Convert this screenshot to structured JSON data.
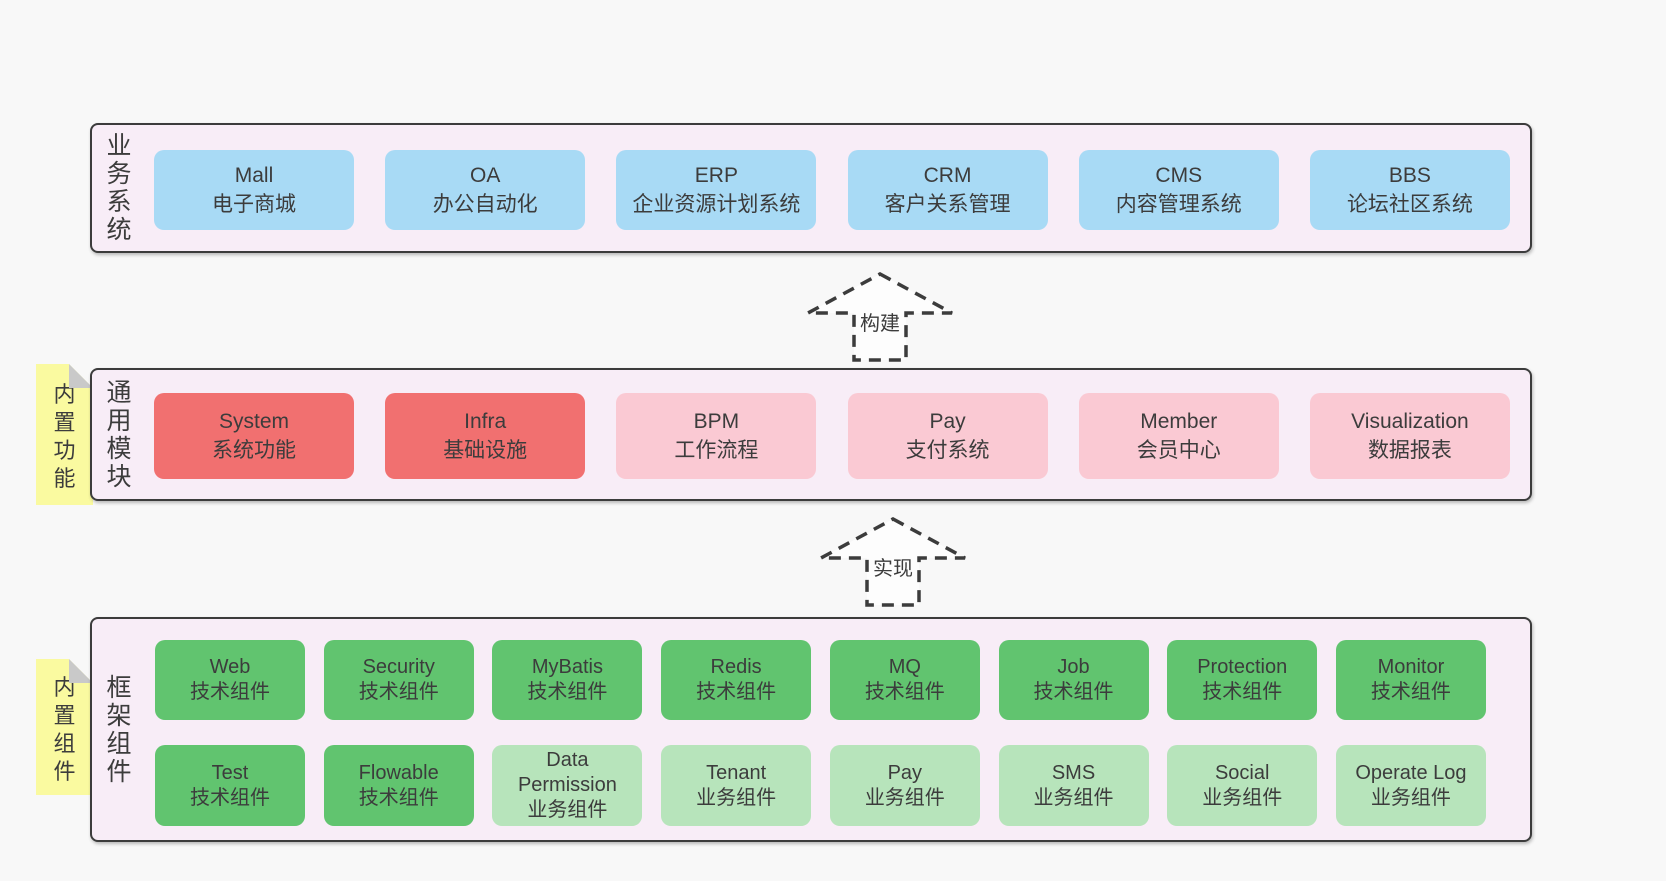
{
  "colors": {
    "page_bg": "#f8f8f8",
    "band_fill": "#f8edf7",
    "band_border": "#3c3c3c",
    "text": "#3c3c3c",
    "blue": "#a8daf5",
    "red": "#f17070",
    "pink": "#fac9d3",
    "green": "#61c46f",
    "lightgreen": "#b7e4bb",
    "sticky_yellow": "#fafaa0",
    "fold_gray": "#c9c9c9",
    "arrow_fill": "#fdfdfd"
  },
  "arrows": [
    {
      "label": "构建"
    },
    {
      "label": "实现"
    }
  ],
  "bands": [
    {
      "label": "业务系统",
      "boxes": [
        {
          "title": "Mall",
          "subtitle": "电子商城",
          "color": "blue"
        },
        {
          "title": "OA",
          "subtitle": "办公自动化",
          "color": "blue"
        },
        {
          "title": "ERP",
          "subtitle": "企业资源计划系统",
          "color": "blue"
        },
        {
          "title": "CRM",
          "subtitle": "客户关系管理",
          "color": "blue"
        },
        {
          "title": "CMS",
          "subtitle": "内容管理系统",
          "color": "blue"
        },
        {
          "title": "BBS",
          "subtitle": "论坛社区系统",
          "color": "blue"
        }
      ]
    },
    {
      "label": "通用模块",
      "sticky": "内置功能",
      "boxes": [
        {
          "title": "System",
          "subtitle": "系统功能",
          "color": "red"
        },
        {
          "title": "Infra",
          "subtitle": "基础设施",
          "color": "red"
        },
        {
          "title": "BPM",
          "subtitle": "工作流程",
          "color": "pink"
        },
        {
          "title": "Pay",
          "subtitle": "支付系统",
          "color": "pink"
        },
        {
          "title": "Member",
          "subtitle": "会员中心",
          "color": "pink"
        },
        {
          "title": "Visualization",
          "subtitle": "数据报表",
          "color": "pink"
        }
      ]
    },
    {
      "label": "框架组件",
      "sticky": "内置组件",
      "rows": [
        [
          {
            "title": "Web",
            "subtitle": "技术组件",
            "color": "green"
          },
          {
            "title": "Security",
            "subtitle": "技术组件",
            "color": "green"
          },
          {
            "title": "MyBatis",
            "subtitle": "技术组件",
            "color": "green"
          },
          {
            "title": "Redis",
            "subtitle": "技术组件",
            "color": "green"
          },
          {
            "title": "MQ",
            "subtitle": "技术组件",
            "color": "green"
          },
          {
            "title": "Job",
            "subtitle": "技术组件",
            "color": "green"
          },
          {
            "title": "Protection",
            "subtitle": "技术组件",
            "color": "green"
          },
          {
            "title": "Monitor",
            "subtitle": "技术组件",
            "color": "green"
          }
        ],
        [
          {
            "title": "Test",
            "subtitle": "技术组件",
            "color": "green"
          },
          {
            "title": "Flowable",
            "subtitle": "技术组件",
            "color": "green"
          },
          {
            "title": "Data Permission",
            "subtitle": "业务组件",
            "color": "lightgreen"
          },
          {
            "title": "Tenant",
            "subtitle": "业务组件",
            "color": "lightgreen"
          },
          {
            "title": "Pay",
            "subtitle": "业务组件",
            "color": "lightgreen"
          },
          {
            "title": "SMS",
            "subtitle": "业务组件",
            "color": "lightgreen"
          },
          {
            "title": "Social",
            "subtitle": "业务组件",
            "color": "lightgreen"
          },
          {
            "title": "Operate Log",
            "subtitle": "业务组件",
            "color": "lightgreen"
          }
        ]
      ]
    }
  ]
}
